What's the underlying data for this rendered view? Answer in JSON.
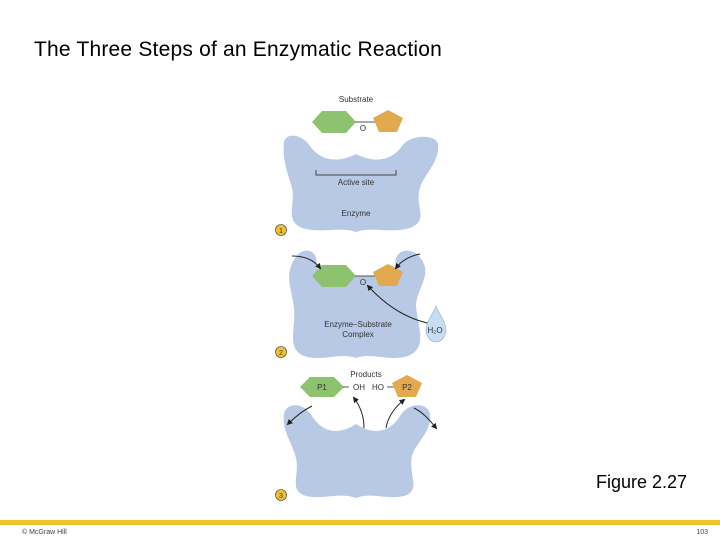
{
  "slide": {
    "title": "The Three Steps of an Enzymatic Reaction",
    "figure_caption": "Figure 2.27",
    "copyright": "© McGraw Hill",
    "page_number": "103"
  },
  "diagram": {
    "step1": {
      "number": "1",
      "substrate_label": "Substrate",
      "bond_atom": "O",
      "active_site_label": "Active site",
      "enzyme_label": "Enzyme"
    },
    "step2": {
      "number": "2",
      "bond_atom": "O",
      "complex_label_line1": "Enzyme–Substrate",
      "complex_label_line2": "Complex",
      "water_label": "H₂O"
    },
    "step3": {
      "number": "3",
      "products_label": "Products",
      "product1": "P1",
      "product2": "P2",
      "oh_label": "OH",
      "ho_label": "HO"
    }
  },
  "colors": {
    "enzyme": "#b8c9e6",
    "substrate_green": "#8dc26f",
    "substrate_orange": "#e2a94f",
    "step_circle": "#f2c12e",
    "footer_bar": "#f2c12e",
    "water": "#c9ddf2"
  }
}
